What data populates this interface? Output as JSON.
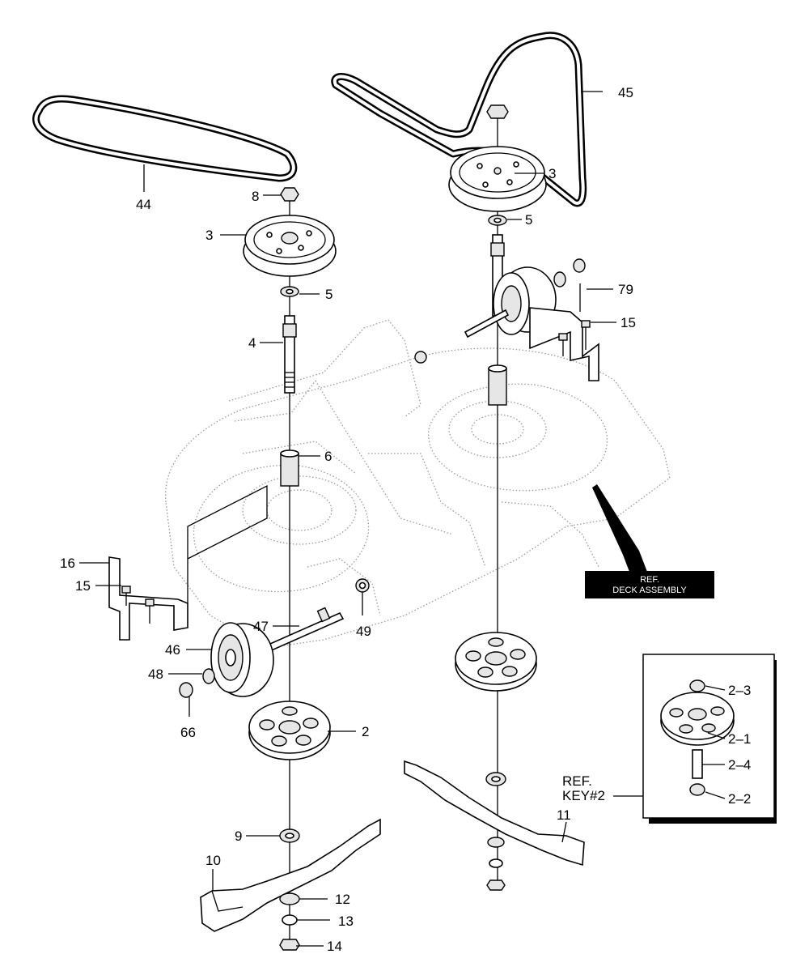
{
  "labels": {
    "belt_left": "44",
    "belt_right": "45",
    "nut_top_left": "8",
    "pulley_left": "3",
    "pulley_right": "3",
    "washer_left": "5",
    "washer_right": "5",
    "spindle_left": "4",
    "spacer_left": "6",
    "bracket_right": "79",
    "screw_right": "15",
    "bracket_left": "16",
    "screw_left": "15",
    "axle": "47",
    "nut_axle": "49",
    "wheel": "46",
    "washer_wheel": "48",
    "clip_wheel": "66",
    "housing_left": "2",
    "bearing_left": "9",
    "blade_left": "10",
    "blade_right": "11",
    "washer_blade": "12",
    "lockwasher_blade": "13",
    "nut_blade": "14",
    "inset_bearing_top": "2–3",
    "inset_housing": "2–1",
    "inset_spacer": "2–4",
    "inset_bearing_bottom": "2–2"
  },
  "ref_deck": [
    "REF.",
    "DECK ASSEMBLY"
  ],
  "ref_key": [
    "REF.",
    "KEY#2"
  ]
}
